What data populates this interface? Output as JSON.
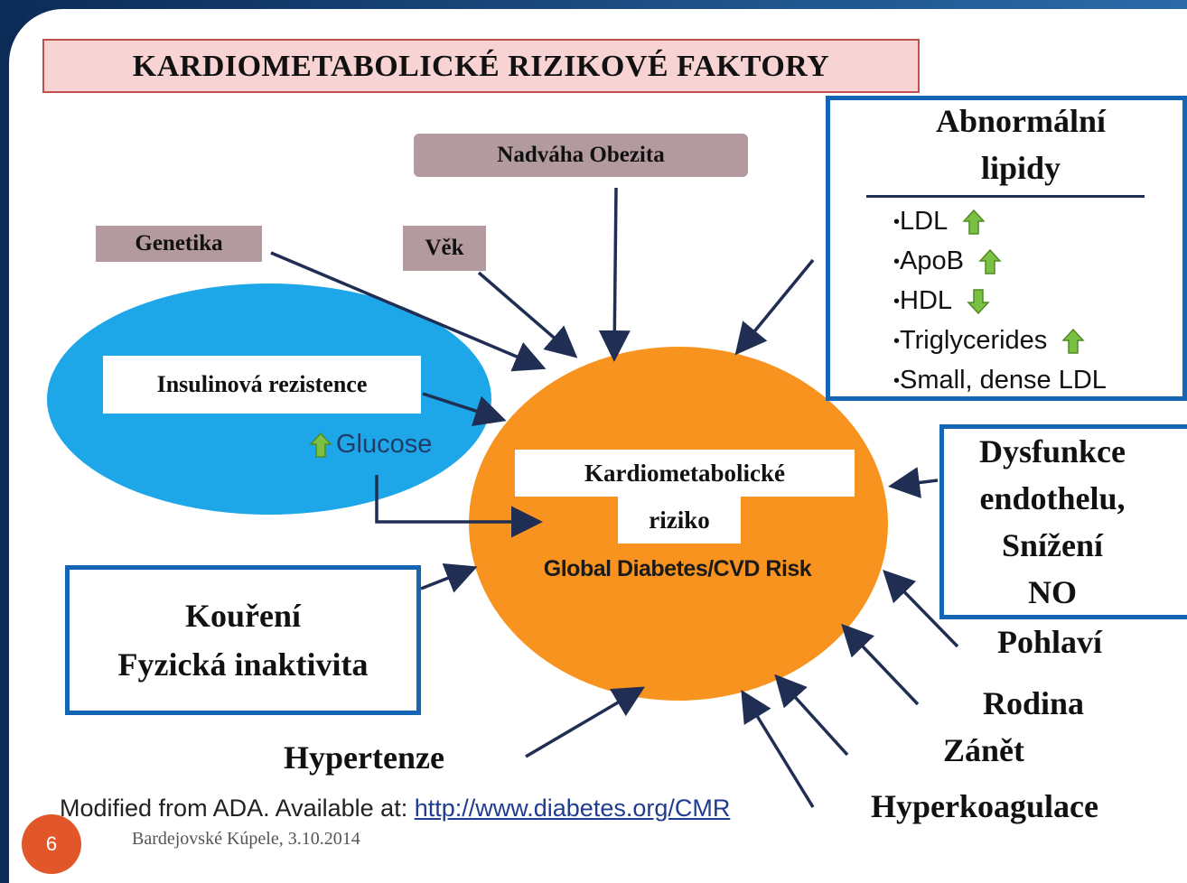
{
  "title": "KARDIOMETABOLICKÉ RIZIKOVÉ FAKTORY",
  "tags": {
    "nadvaha": "Nadváha  Obezita",
    "genetika": "Genetika",
    "vek": "Věk"
  },
  "insulin": {
    "label": "Insulinová rezistence",
    "glucose": "Glucose"
  },
  "center": {
    "line1": "Kardiometabolické",
    "line2": "riziko",
    "global": "Global Diabetes/CVD Risk"
  },
  "lipids": {
    "title_line1": "Abnormální",
    "title_line2": "lipidy",
    "items": [
      {
        "text": "LDL",
        "arrow": "up"
      },
      {
        "text": "ApoB",
        "arrow": "up"
      },
      {
        "text": "HDL",
        "arrow": "down"
      },
      {
        "text": "Triglycerides",
        "arrow": "up"
      },
      {
        "text": "Small, dense LDL",
        "arrow": "none"
      }
    ]
  },
  "endothel": {
    "line1": "Dysfunkce",
    "line2": "endothelu,",
    "line3": "Snížení",
    "line4": "NO"
  },
  "smoking": {
    "line1": "Kouření",
    "line2": "Fyzická inaktivita"
  },
  "right_factors": {
    "pohlavi": "Pohlaví",
    "rodina": "Rodina",
    "zanet": "Zánět",
    "hyperkoagulace": "Hyperkoagulace"
  },
  "hypertenze": "Hypertenze",
  "source": {
    "prefix": "Modified from ADA. Available at: ",
    "link": "http://www.diabetes.org/CMR"
  },
  "footer": "Bardejovské Kúpele, 3.10.2014",
  "slide_number": "6",
  "colors": {
    "ellipse_blue": "#1ea7e8",
    "circle_orange": "#f7931e",
    "box_blue": "#1565b5",
    "tag_mauve": "#b39a9e",
    "title_pink": "#f8d3d3",
    "arrow_green": "#7ac143",
    "slide_num": "#e2572a",
    "arrow_dark": "#1f2e52"
  }
}
